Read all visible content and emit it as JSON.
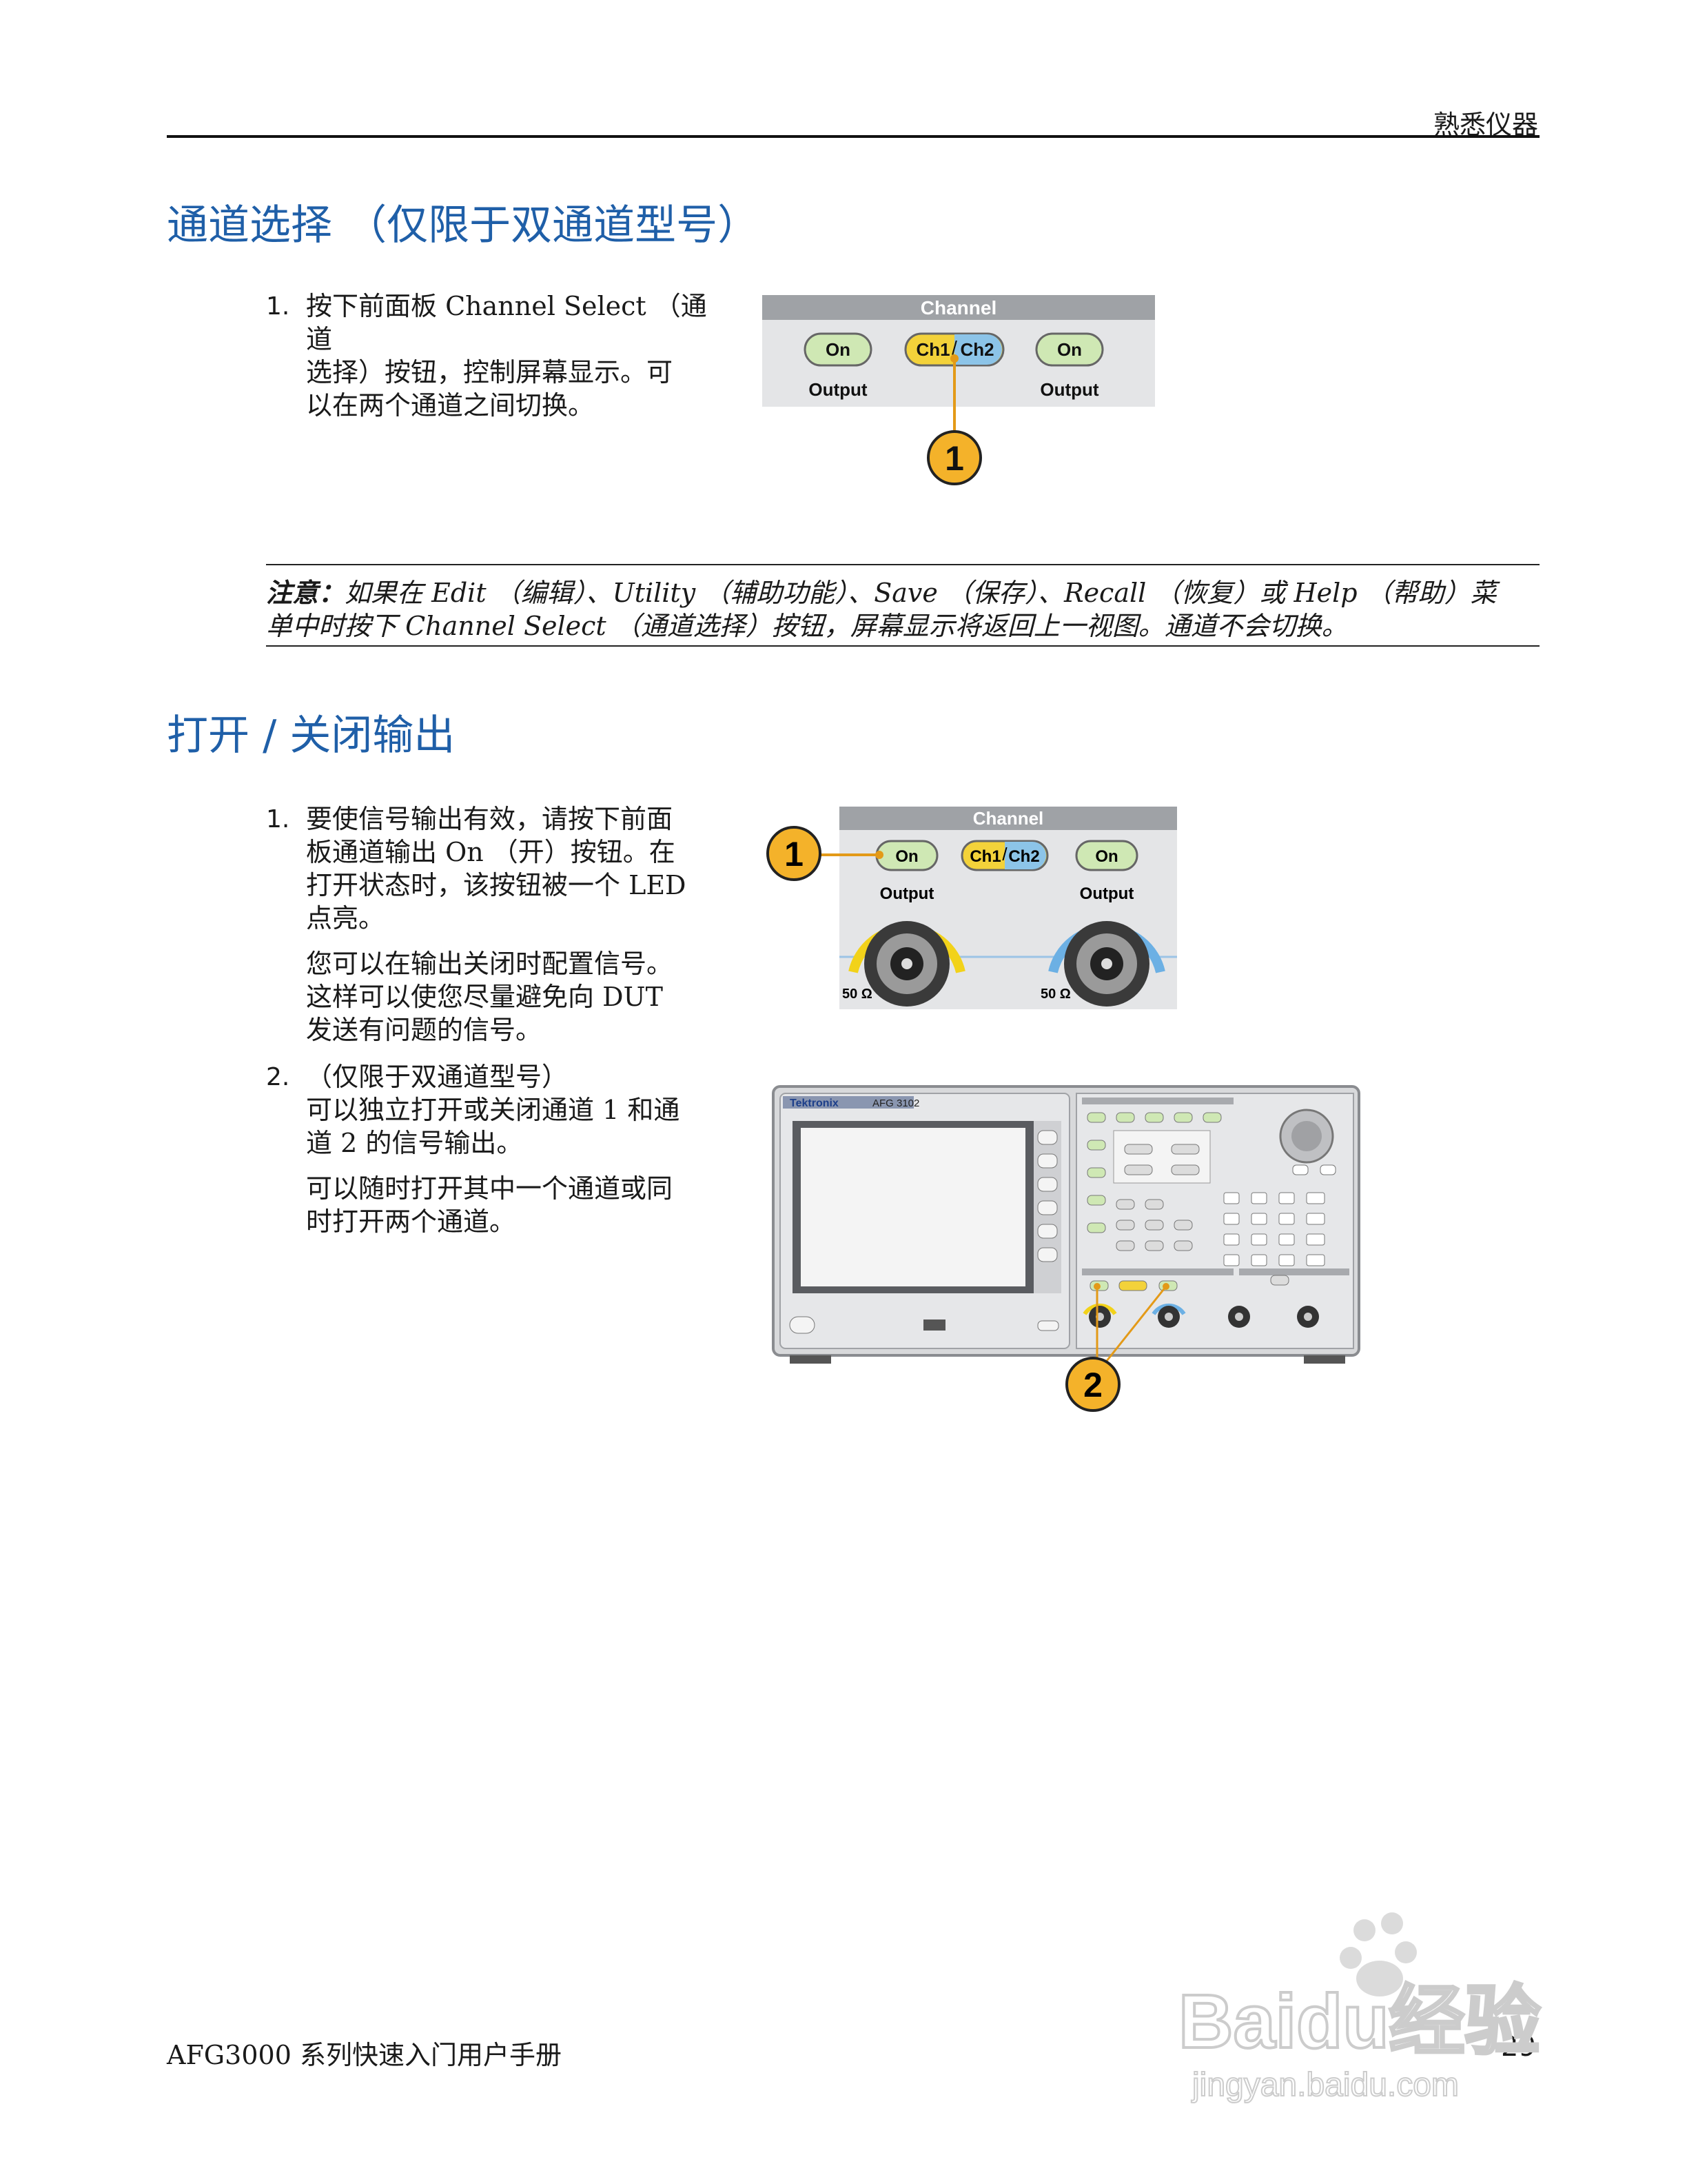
{
  "header": {
    "title": "熟悉仪器"
  },
  "section1": {
    "title": "通道选择 （仅限于双通道型号）",
    "step1_num": "1.",
    "step1_lines": [
      "按下前面板 Channel Select （通道",
      "选择）按钮，控制屏幕显示。可",
      "以在两个通道之间切换。"
    ]
  },
  "panel1": {
    "channel_label": "Channel",
    "on_left": "On",
    "ch1": "Ch1",
    "slash": "/",
    "ch2": "Ch2",
    "on_right": "On",
    "output_left": "Output",
    "output_right": "Output",
    "callout": "1"
  },
  "note": {
    "label": "注意：",
    "line1": "如果在 Edit （编辑）、Utility （辅助功能）、Save （保存）、Recall （恢复）或 Help （帮助）菜",
    "line2": "单中时按下 Channel Select （通道选择）按钮，屏幕显示将返回上一视图。通道不会切换。"
  },
  "section2": {
    "title": "打开 / 关闭输出",
    "step1_num": "1.",
    "step1_lines": [
      "要使信号输出有效，请按下前面",
      "板通道输出 On （开）按钮。在",
      "打开状态时，该按钮被一个 LED",
      "点亮。"
    ],
    "step1b_lines": [
      "您可以在输出关闭时配置信号。",
      "这样可以使您尽量避免向 DUT",
      "发送有问题的信号。"
    ],
    "step2_num": "2.",
    "step2_lines": [
      "（仅限于双通道型号）",
      "可以独立打开或关闭通道 1 和通",
      "道 2 的信号输出。"
    ],
    "step2b_lines": [
      "可以随时打开其中一个通道或同",
      "时打开两个通道。"
    ]
  },
  "panel2": {
    "channel_label": "Channel",
    "on_left": "On",
    "ch1": "Ch1",
    "slash": "/",
    "ch2": "Ch2",
    "on_right": "On",
    "output_left": "Output",
    "output_right": "Output",
    "ohm_left": "50 Ω",
    "ohm_right": "50 Ω",
    "callout": "1"
  },
  "instrument": {
    "brand": "Tektronix",
    "model": "AFG 3102",
    "callout": "2"
  },
  "footer": {
    "left": "AFG3000 系列快速入门用户手册",
    "page": "29"
  },
  "watermark": {
    "line1": "Baidu经验",
    "line2": "jingyan.baidu.com"
  }
}
